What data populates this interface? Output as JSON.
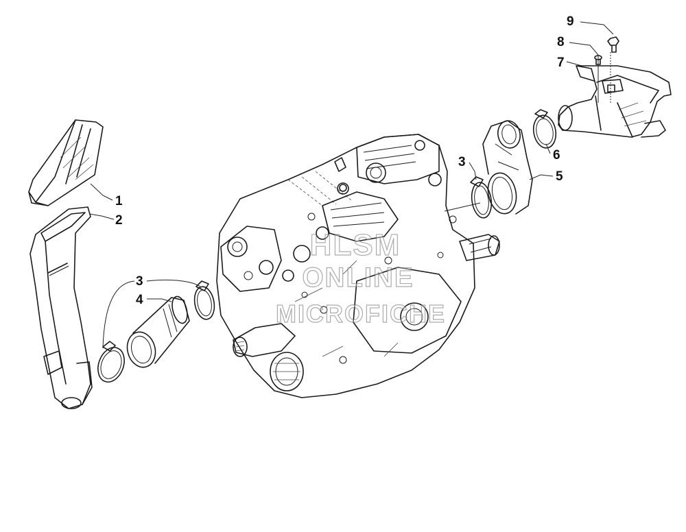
{
  "callouts": {
    "c1": "1",
    "c2": "2",
    "c3a": "3",
    "c4": "4",
    "c3b": "3",
    "c5": "5",
    "c6": "6",
    "c7": "7",
    "c8": "8",
    "c9": "9"
  },
  "watermark": {
    "line1": "HLSM",
    "line2": "ONLINE",
    "line3": "MICROFICHE"
  },
  "colors": {
    "ink": "#1a1a1a",
    "background": "#ffffff"
  }
}
